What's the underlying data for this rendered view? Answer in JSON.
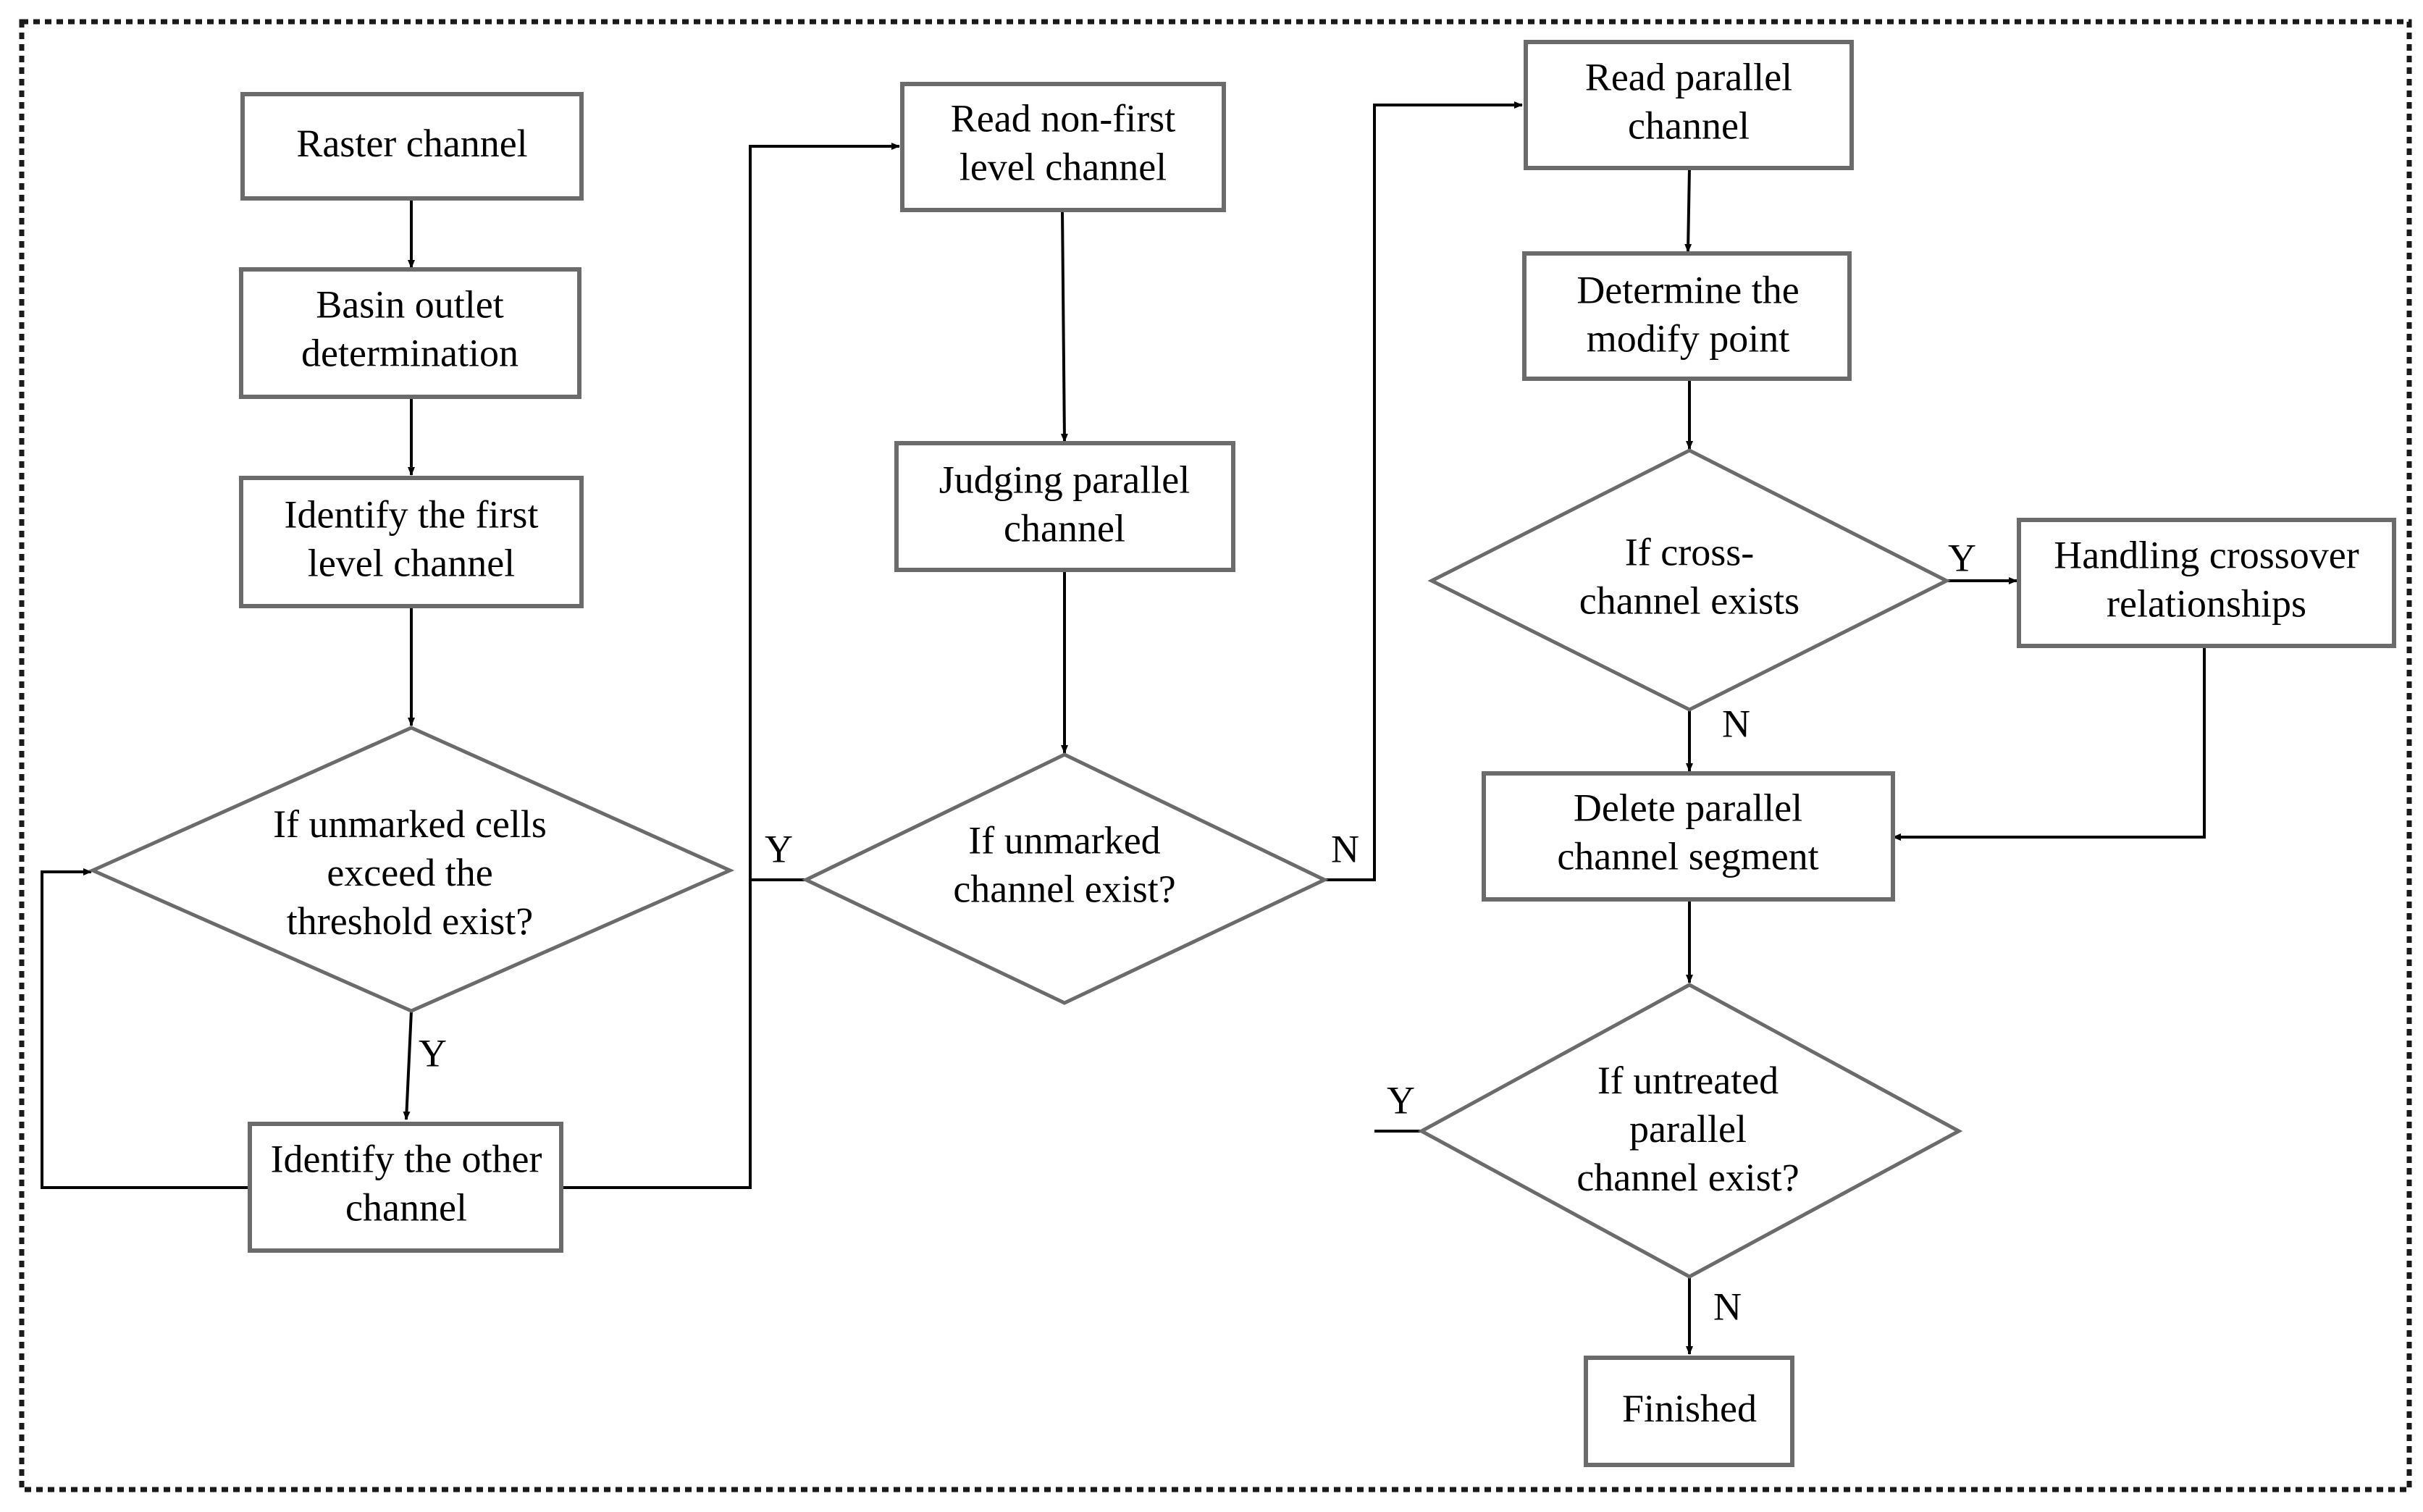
{
  "diagram": {
    "nodes": {
      "raster_channel": {
        "lines": [
          "Raster channel"
        ]
      },
      "basin_outlet": {
        "lines": [
          "Basin outlet",
          "determination"
        ]
      },
      "identify_first": {
        "lines": [
          "Identify the first",
          "level channel"
        ]
      },
      "unmarked_cells": {
        "lines": [
          "If unmarked cells",
          "exceed the",
          "threshold exist?"
        ]
      },
      "identify_other": {
        "lines": [
          "Identify the other",
          "channel"
        ]
      },
      "read_nonfirst": {
        "lines": [
          "Read non-first",
          "level channel"
        ]
      },
      "judging_parallel": {
        "lines": [
          "Judging parallel",
          "channel"
        ]
      },
      "unmarked_channel": {
        "lines": [
          "If unmarked",
          "channel exist?"
        ]
      },
      "read_parallel": {
        "lines": [
          "Read parallel",
          "channel"
        ]
      },
      "determine_modify": {
        "lines": [
          "Determine the",
          "modify point"
        ]
      },
      "cross_channel": {
        "lines": [
          "If cross-",
          "channel exists"
        ]
      },
      "handling_crossover": {
        "lines": [
          "Handling crossover",
          "relationships"
        ]
      },
      "delete_parallel": {
        "lines": [
          "Delete parallel",
          "channel segment"
        ]
      },
      "untreated_parallel": {
        "lines": [
          "If untreated",
          "parallel",
          "channel exist?"
        ]
      },
      "finished": {
        "lines": [
          "Finished"
        ]
      }
    },
    "edge_labels": {
      "cells_yes": "Y",
      "unmarked_yes": "Y",
      "unmarked_no": "N",
      "cross_yes": "Y",
      "cross_no": "N",
      "untreated_yes": "Y",
      "untreated_no": "N"
    },
    "colors": {
      "node_border": "#6b6b6b",
      "connector": "#000000",
      "frame": "#1a1a1a",
      "background": "#ffffff"
    }
  }
}
